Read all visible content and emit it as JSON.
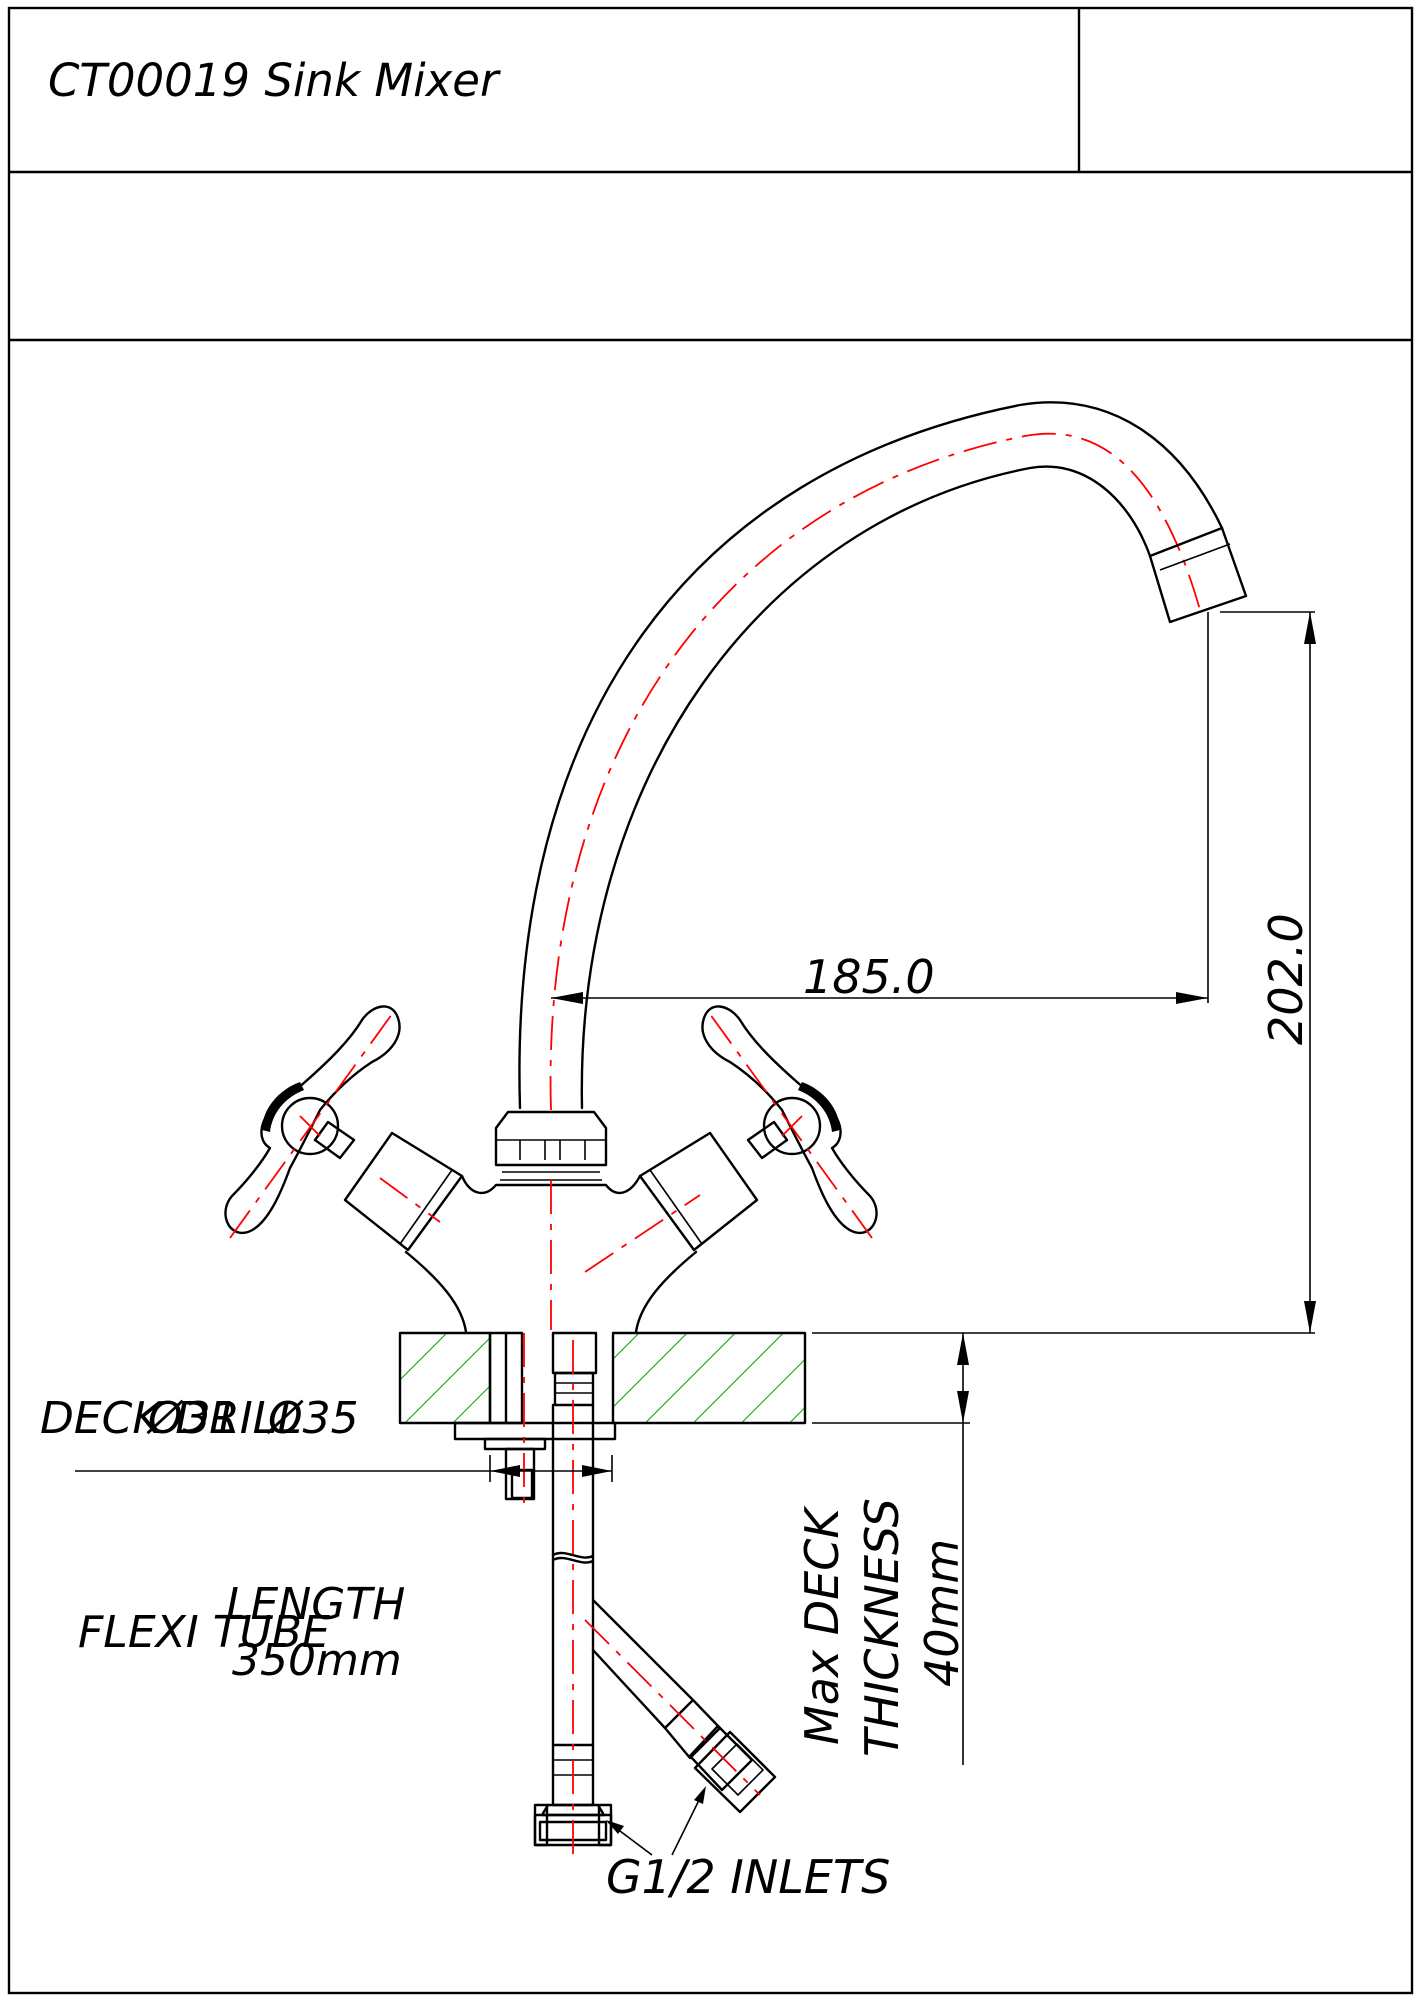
{
  "title_block": {
    "title": "CT00019 Sink Mixer"
  },
  "dimensions": {
    "spout_reach": "185.0",
    "spout_height": "202.0",
    "deck_drill_label": "DECK DRILL",
    "deck_drill_value": "Ø35",
    "hole_diameter": "Ø31"
  },
  "notes": {
    "flexi_tube": "FLEXI TUBE",
    "length_line1": "LENGTH",
    "length_line2": "350mm",
    "deck_line1": "Max DECK",
    "deck_line2": "THICKNESS",
    "deck_line3": "40mm",
    "inlets": "G1/2 INLETS"
  },
  "colors": {
    "outline": "#000000",
    "centerline": "#ff0000",
    "deck_hatch": "#00a000"
  }
}
